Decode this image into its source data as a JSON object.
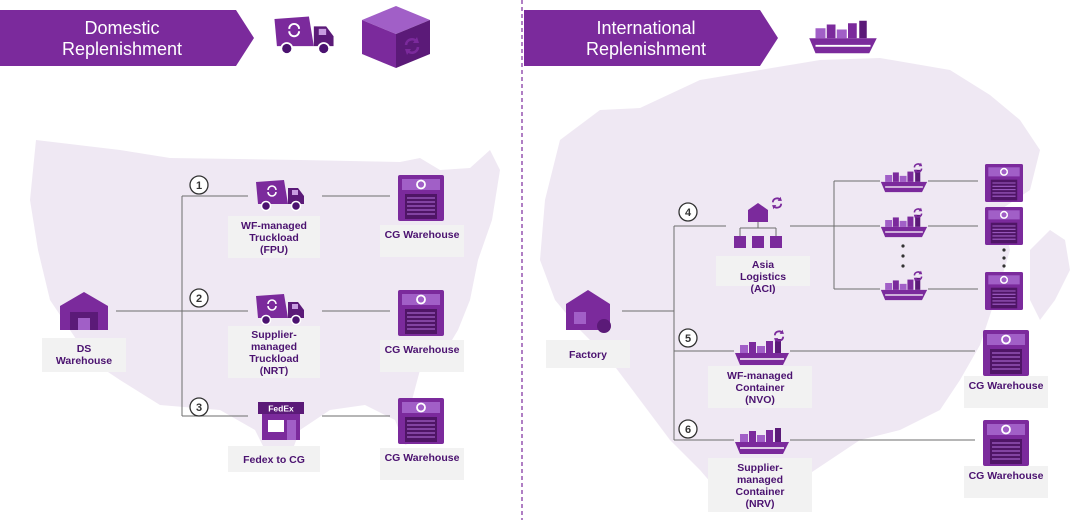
{
  "colors": {
    "purple": "#7b2a9c",
    "purple_dark": "#5b1a78",
    "purple_light": "#a15fc7",
    "label_bg": "#f2f2f2",
    "label_text": "#4b1270",
    "map": "#efe8f3",
    "line": "#6e6e6e"
  },
  "domestic": {
    "banner_line1": "Domestic",
    "banner_line2": "Replenishment",
    "origin": "DS Warehouse",
    "routes": [
      {
        "number": "1",
        "label": "WF-managed Truckload (FPU)",
        "icon": "truck-icon"
      },
      {
        "number": "2",
        "label": "Supplier-managed Truckload (NRT)",
        "icon": "truck-icon"
      },
      {
        "number": "3",
        "label": "Fedex to CG",
        "icon": "fedex-store-icon",
        "badge": "FedEx"
      }
    ],
    "destination": "CG Warehouse"
  },
  "international": {
    "banner_line1": "International",
    "banner_line2": "Replenishment",
    "origin": "Factory",
    "routes": [
      {
        "number": "4",
        "label": "Asia Logistics (ACI)",
        "icon": "asia-logistics-hub-icon"
      },
      {
        "number": "5",
        "label": "WF-managed Container (NVO)",
        "icon": "cargo-ship-icon"
      },
      {
        "number": "6",
        "label": "Supplier-managed Container (NRV)",
        "icon": "cargo-ship-icon"
      }
    ],
    "destination": "CG Warehouse"
  }
}
